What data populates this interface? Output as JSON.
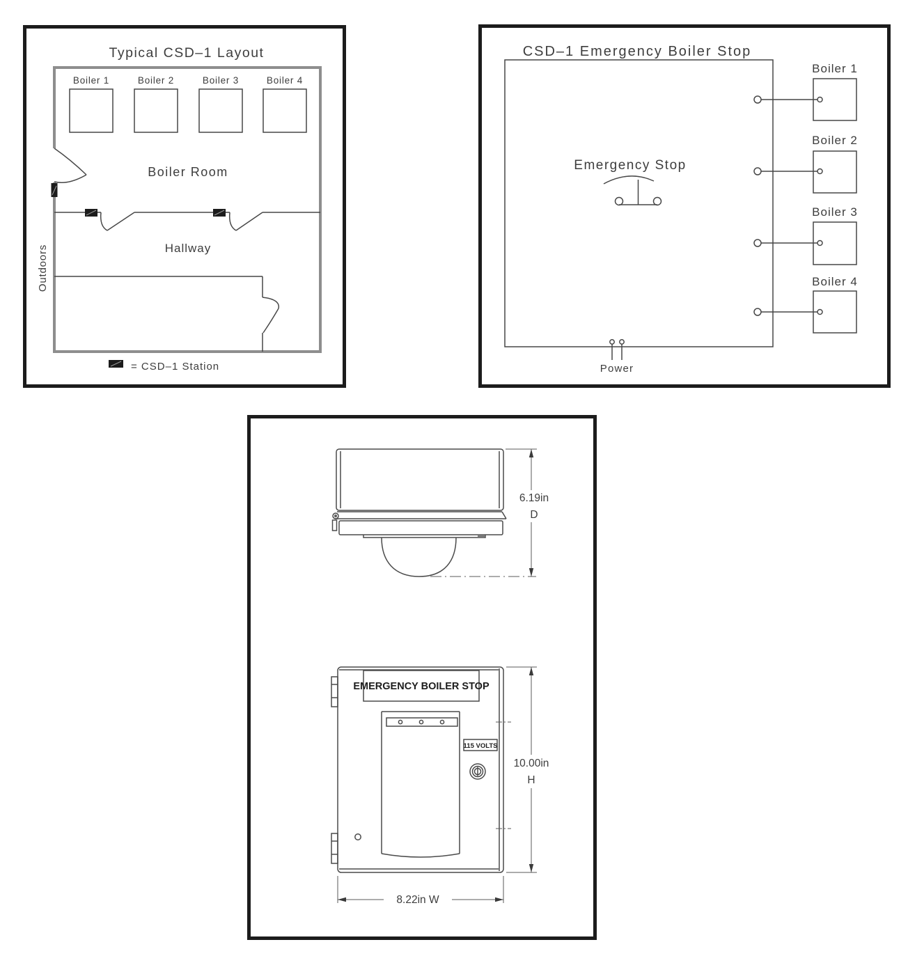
{
  "layout": {
    "title": "Typical CSD–1 Layout",
    "boilers": [
      "Boiler 1",
      "Boiler 2",
      "Boiler 3",
      "Boiler 4"
    ],
    "room": "Boiler Room",
    "hallway": "Hallway",
    "outdoors": "Outdoors",
    "legend": "= CSD–1 Station"
  },
  "wiring": {
    "title": "CSD–1 Emergency Boiler Stop",
    "estop": "Emergency Stop",
    "power": "Power",
    "boilers": [
      "Boiler 1",
      "Boiler 2",
      "Boiler 3",
      "Boiler 4"
    ]
  },
  "enclosure": {
    "label": "EMERGENCY BOILER STOP",
    "volts": "115 VOLTS",
    "depth_value": "6.19in",
    "depth_axis": "D",
    "height_value": "10.00in",
    "height_axis": "H",
    "width_value": "8.22in W"
  }
}
